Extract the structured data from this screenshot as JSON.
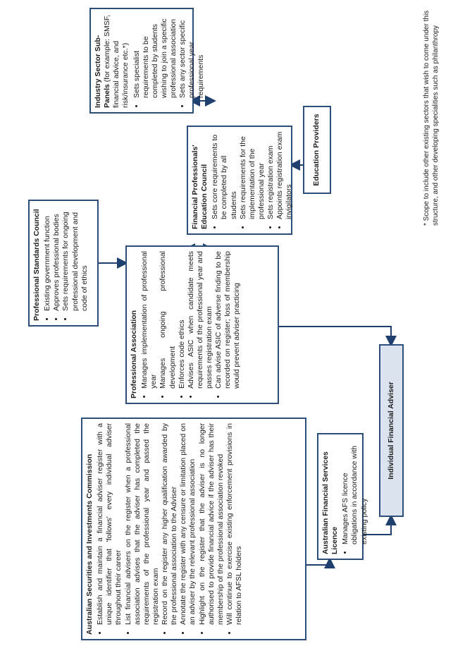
{
  "boxes": {
    "psc": {
      "title": "Professional Standards Council",
      "items": [
        "Existing government function",
        "Approves professional bodies",
        "Sets requirements for ongoing professional development and code of ethics"
      ]
    },
    "asic": {
      "title": "Australian Securities and Investments Commission",
      "items": [
        "Establish and maintain a financial adviser register with a unique identifier that 'follows' every individual adviser throughout their career",
        "List financial advisers on the register when a professional association advises that the adviser has completed the requirements of the professional year and passed the registration exam",
        "Record on the register any higher qualification awarded by the professional association to the Adviser",
        "Annotate the register with any censure or limitation placed on an adviser by the relevant professional association",
        "Highlight on the register that the adviser is no longer authorised to provide financial advice if the adviser has their membership of the professional association revoked",
        "Will continue to exercise existing enforcement provisions in relation to AFSL holders"
      ]
    },
    "pa": {
      "title": "Professional Association",
      "items": [
        "Manages implementation of professional year",
        "Manages ongoing professional development",
        "Enforces code ethics",
        "Advises ASIC when candidate meets requirements of the professional year and passes registration exam",
        "Can advise ASIC of adverse finding to be recorded on register; loss of membership would prevent adviser practicing"
      ]
    },
    "fpec": {
      "title": "Financial Professionals' Education Council",
      "items": [
        "Sets core requirements to be completed by all students",
        "Sets requirements for the implementation of the professional year",
        "Sets registration exam",
        "Appoints registration exam invigilators"
      ]
    },
    "isp": {
      "title": "Industry Sector Sub-Panels",
      "title_suffix": " (for example: SMSF, financial advice, and risk/insurance etc.*)",
      "items": [
        "Sets specialist requirements to be completed by students wishing to join a specific professional association",
        "Sets any sector specific professional year requirements"
      ]
    },
    "afsl": {
      "title": "Australian Financial Services Licence",
      "items": [
        "Manages AFS licence obligations in accordance with existing policy"
      ]
    },
    "edu": {
      "title": "Education Providers"
    },
    "ifa": {
      "title": "Individual Financial Adviser"
    }
  },
  "footnote": "* Scope to include other existing sectors that wish to come under this structure, and other developing specialities such as philanthropy",
  "colors": {
    "border": "#2d4e7b",
    "arrow": "#1f3f6e",
    "shade": "#dbe3ef"
  }
}
